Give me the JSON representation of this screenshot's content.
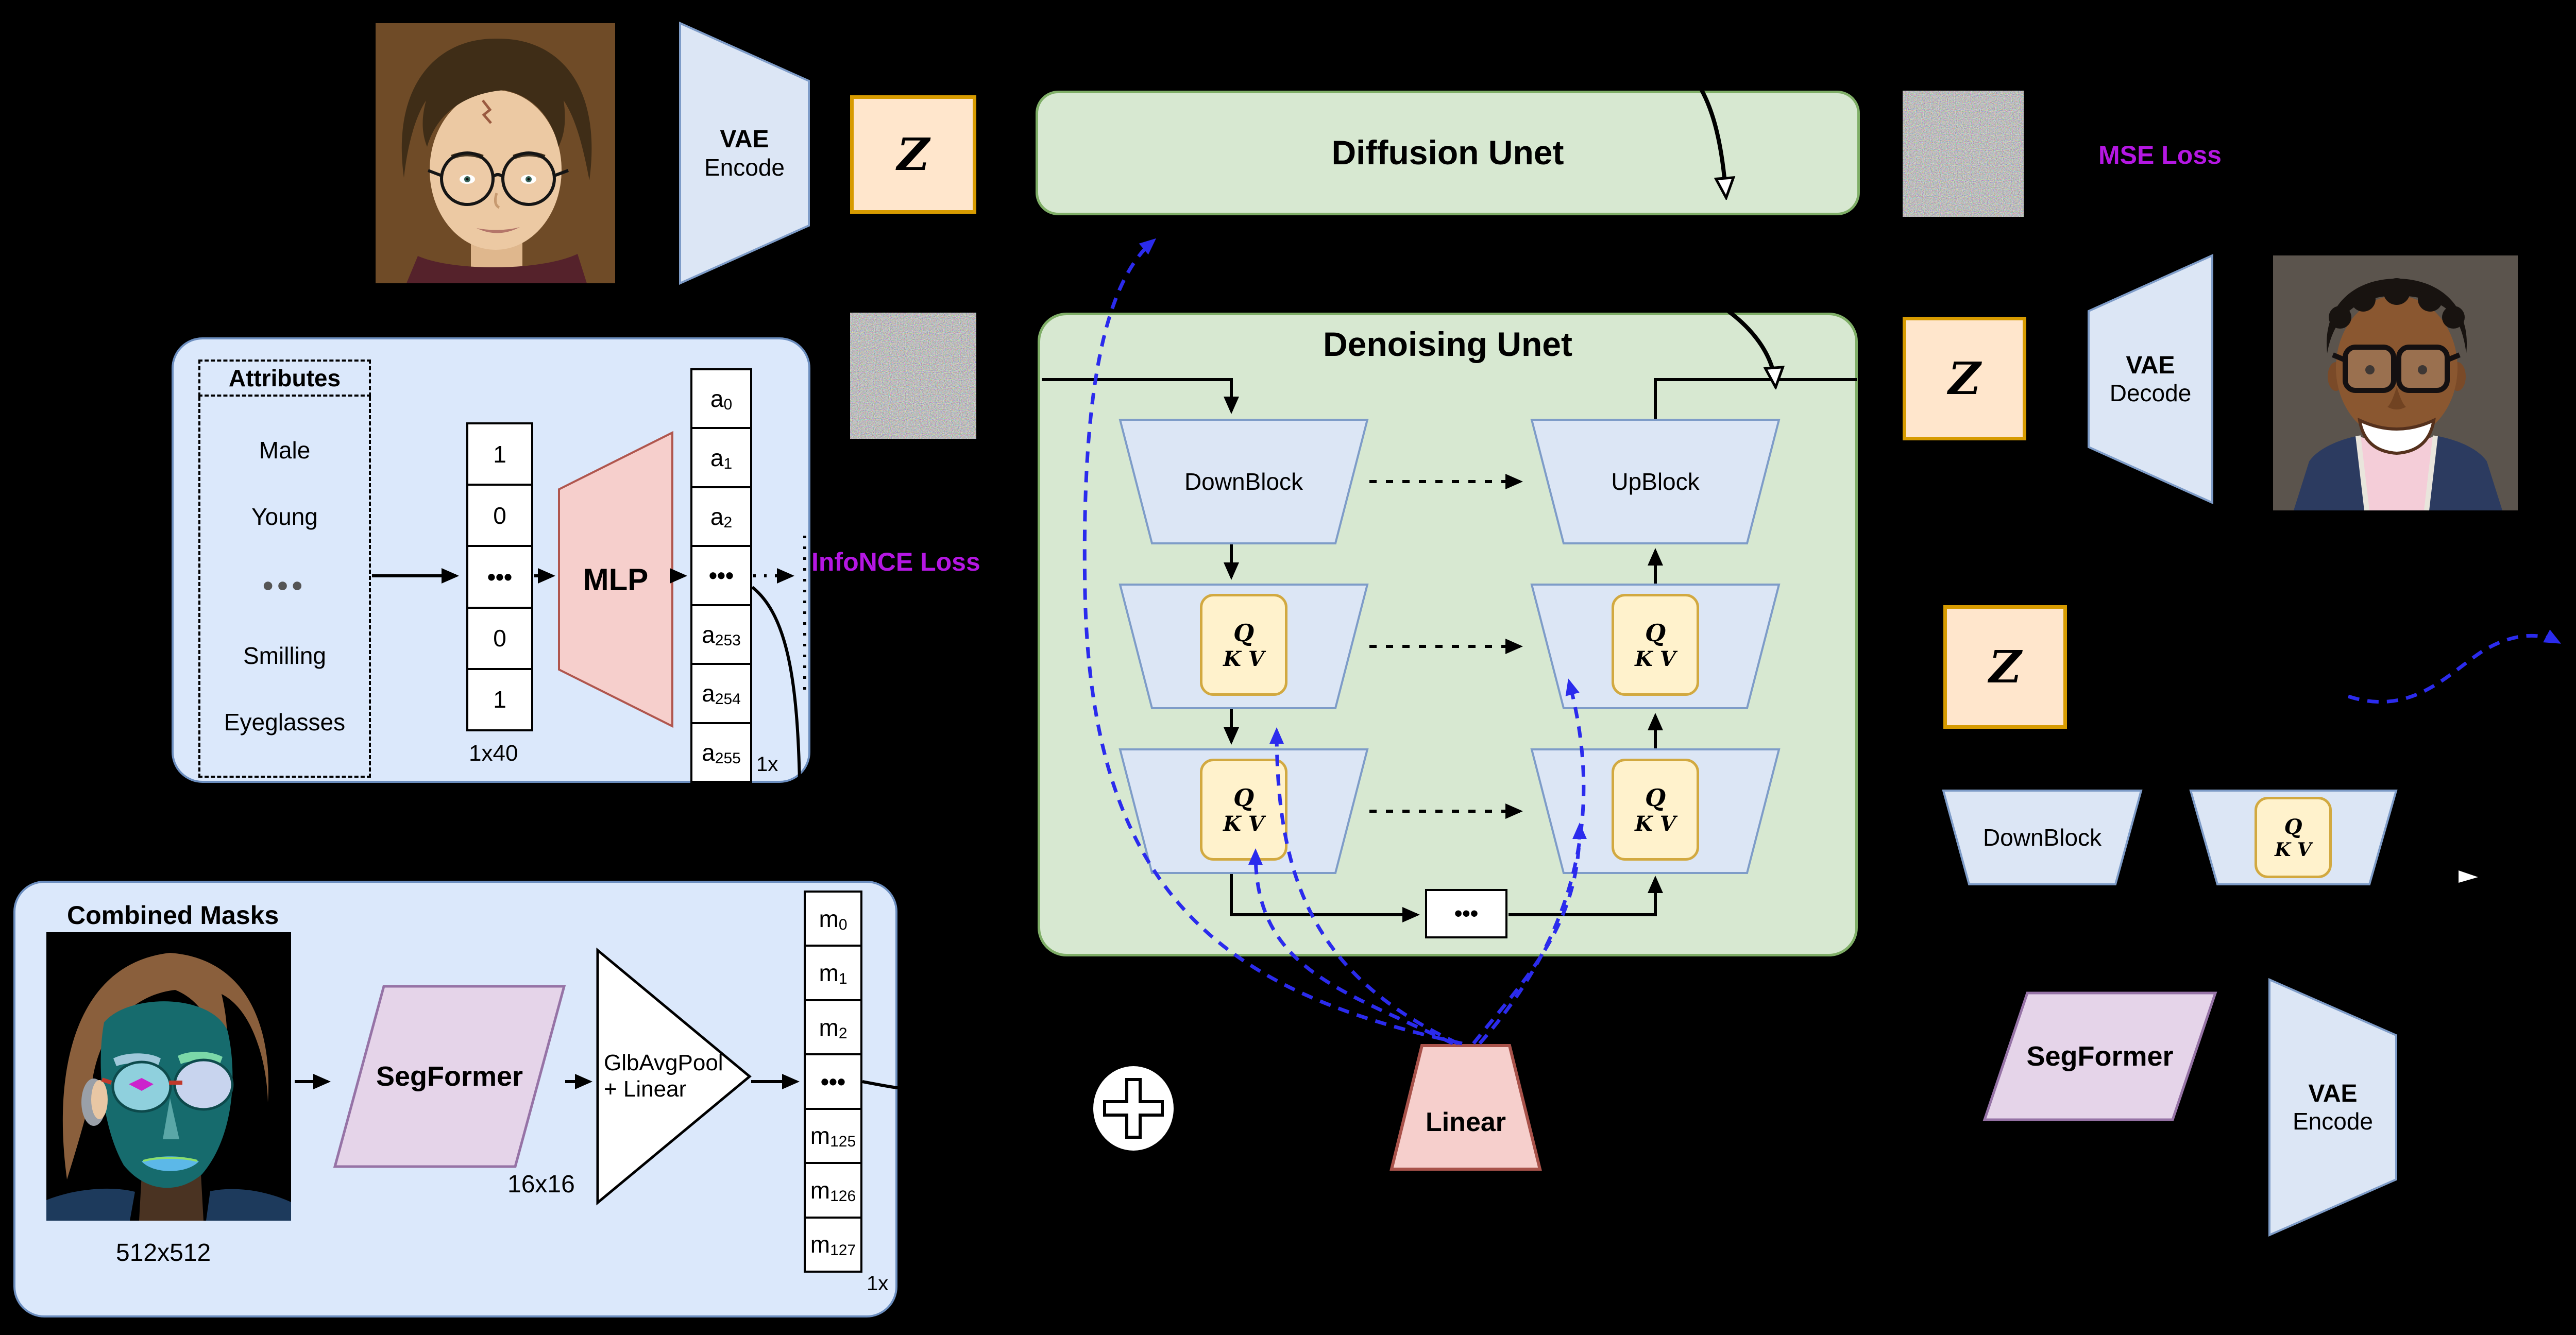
{
  "colors": {
    "background": "#000000",
    "panel_blue_fill": "#dbe8fb",
    "panel_blue_border": "#6c8ebf",
    "block_blue_fill": "#dce6f5",
    "block_blue_border": "#7e9cc8",
    "green_fill": "#d7e8d1",
    "green_border": "#7fae67",
    "orange_fill": "#ffe6cc",
    "orange_border": "#d79b00",
    "red_fill": "#f6cfcc",
    "red_border": "#b0564e",
    "purple_fill": "#e5d4e9",
    "purple_border": "#9673a6",
    "yellow_fill": "#fff2cc",
    "yellow_border": "#d2a940",
    "loss_text": "#b517e3",
    "conditioning_arrow": "#2b2bed"
  },
  "top_flow": {
    "vae_encode": {
      "l1": "VAE",
      "l2": "Encode"
    },
    "z_label": "Z",
    "diffusion_title": "Diffusion Unet",
    "mse_loss": "MSE Loss"
  },
  "attributes_panel": {
    "title": "Attributes",
    "items": [
      "Male",
      "Young",
      "•••",
      "Smilling",
      "Eyeglasses"
    ],
    "input_vector": [
      "1",
      "0",
      "•••",
      "0",
      "1"
    ],
    "input_dim": "1x40",
    "mlp_label": "MLP",
    "output_vector": [
      {
        "b": "a",
        "s": "0"
      },
      {
        "b": "a",
        "s": "1"
      },
      {
        "b": "a",
        "s": "2"
      },
      {
        "b": "•••",
        "s": ""
      },
      {
        "b": "a",
        "s": "253"
      },
      {
        "b": "a",
        "s": "254"
      },
      {
        "b": "a",
        "s": "255"
      }
    ],
    "output_dim": "1x",
    "infonce_loss": "InfoNCE Loss"
  },
  "denoising_panel": {
    "title": "Denoising Unet",
    "downblock": "DownBlock",
    "upblock": "UpBlock",
    "attn": {
      "q": "Q",
      "kv": "K V"
    },
    "bottleneck": "•••",
    "linear_label": "Linear"
  },
  "right_flow": {
    "z_label": "Z",
    "vae_decode": {
      "l1": "VAE",
      "l2": "Decode"
    }
  },
  "legend": {
    "z_label": "Z",
    "downblock": "DownBlock",
    "attn": {
      "q": "Q",
      "kv": "K V"
    },
    "segformer": "SegFormer",
    "vae_encode": {
      "l1": "VAE",
      "l2": "Encode"
    }
  },
  "masks_panel": {
    "title": "Combined Masks",
    "mask_size": "512x512",
    "segformer": "SegFormer",
    "seg_dim": "16x16",
    "pool": {
      "l1": "GlbAvgPool",
      "l2": "+ Linear"
    },
    "output_vector": [
      {
        "b": "m",
        "s": "0"
      },
      {
        "b": "m",
        "s": "1"
      },
      {
        "b": "m",
        "s": "2"
      },
      {
        "b": "•••",
        "s": ""
      },
      {
        "b": "m",
        "s": "125"
      },
      {
        "b": "m",
        "s": "126"
      },
      {
        "b": "m",
        "s": "127"
      }
    ],
    "output_dim": "1x"
  }
}
